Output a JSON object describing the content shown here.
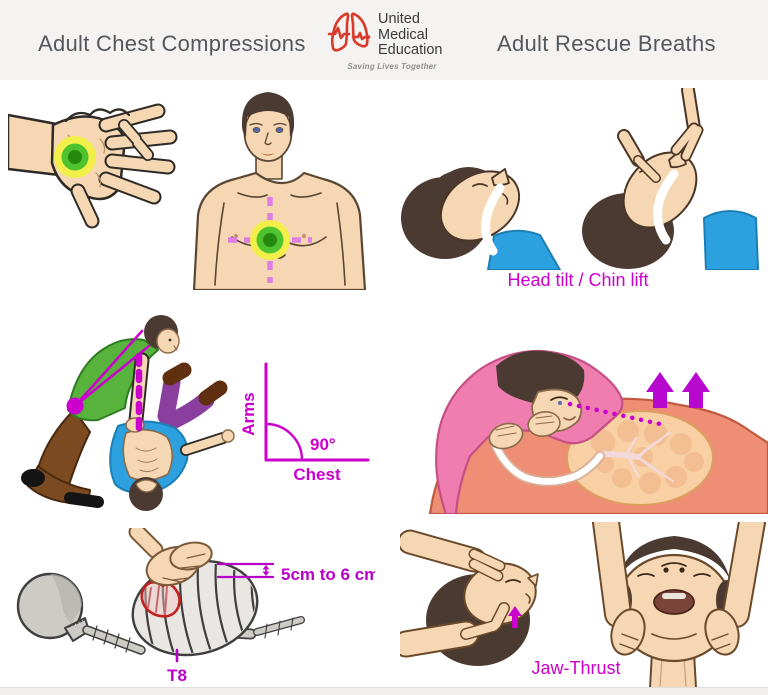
{
  "header": {
    "left_title": "Adult Chest Compressions",
    "right_title": "Adult Rescue Breaths",
    "logo": {
      "line1": "United",
      "line2": "Medical",
      "line3": "Education",
      "tagline": "Saving Lives Together"
    }
  },
  "labels": {
    "head_tilt": "Head tilt / Chin lift",
    "jaw_thrust": "Jaw-Thrust",
    "depth": "5cm to 6 cm",
    "vertebra": "T8",
    "arms_axis": "Arms",
    "chest_axis": "Chest",
    "angle": "90°"
  },
  "colors": {
    "accent_magenta": "#cc00cc",
    "crosshair_pink": "#df7fe3",
    "logo_red": "#d93a2b",
    "target_yellow": "#f2ef4a",
    "target_green": "#4fc32f",
    "target_dark_green": "#26880f",
    "header_bg": "#f4f3f2",
    "title_gray": "#54575b",
    "skin": "#f6d7b3",
    "hair_brown": "#4b3a31",
    "rescuer_shirt_green": "#57b33c",
    "rescuer_pants_brown": "#7b4a20",
    "victim_shirt_blue": "#2da1df",
    "victim_pants_purple": "#8a3f9e",
    "breather_sweater_pink": "#ef7db0",
    "body_cross_section_salmon": "#ee8e74",
    "bone_gray": "#cdcbc6",
    "heart_red": "#c32222"
  }
}
